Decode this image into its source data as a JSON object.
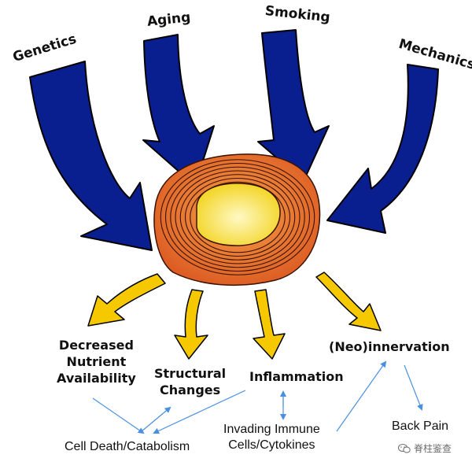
{
  "colors": {
    "cause_arrow_fill": "#0a1f8f",
    "cause_arrow_stroke": "#000000",
    "effect_arrow_fill": "#f5c800",
    "disc_outer": "#d9531e",
    "disc_ring_line": "#3a1200",
    "disc_core_center": "#fff9c4",
    "disc_core_edge": "#f2d21a",
    "link_line": "#4a90e2"
  },
  "causes": [
    "Genetics",
    "Aging",
    "Smoking",
    "Mechanics"
  ],
  "effects": {
    "nutrient": [
      "Decreased",
      "Nutrient",
      "Availability"
    ],
    "structural": [
      "Structural",
      "Changes"
    ],
    "inflammation": "Inflammation",
    "neoinnervation": "(Neo)innervation"
  },
  "consequences": {
    "cell_death": "Cell Death/Catabolism",
    "immune": [
      "Invading Immune",
      "Cells/Cytokines"
    ],
    "back_pain": "Back Pain"
  },
  "watermark": "脊柱鉴查",
  "icons": {
    "watermark": "wechat-icon"
  }
}
